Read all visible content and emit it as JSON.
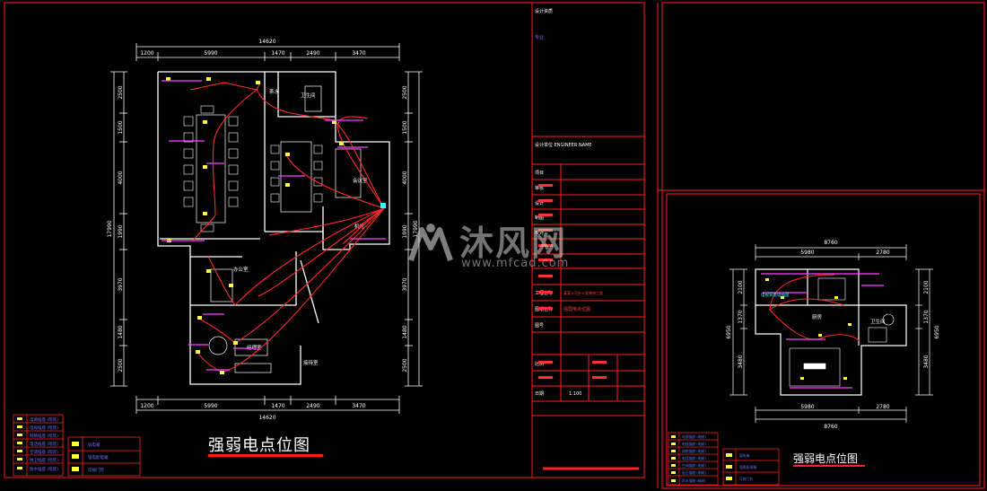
{
  "drawing_title": "强弱电点位图",
  "drawing_title_small": "强弱电点位图",
  "watermark": {
    "brand": "沐风网",
    "site": "www.mfcad.com"
  },
  "colors": {
    "frame": "#ff2020",
    "wall": "#ffffff",
    "dim": "#ffffff",
    "wire": "#ff2a2a",
    "text_blue": "#6f6fff",
    "magenta": "#ff40ff",
    "yellow": "#ffff40",
    "cyan": "#40ffff"
  },
  "main_plan": {
    "top_total": "14620",
    "bottom_total": "14620",
    "top_dims": [
      "1200",
      "5990",
      "1470",
      "2490",
      "3470"
    ],
    "bottom_dims": [
      "1200",
      "5990",
      "1470",
      "2490",
      "3470"
    ],
    "left_total": "17990",
    "left_dims": [
      "2500",
      "1500",
      "4000",
      "1990",
      "3970",
      "1480",
      "2500"
    ],
    "right_total": "17990",
    "right_dims": [
      "2500",
      "1500",
      "4000",
      "1990",
      "3970",
      "1480",
      "2500"
    ],
    "rooms": [
      "卫生间",
      "会议室",
      "机房",
      "办公室",
      "经理室",
      "接待室",
      "茶水"
    ]
  },
  "small_plan": {
    "top_total": "8760",
    "top_dims": [
      "5980",
      "2780"
    ],
    "bottom_total": "8760",
    "bottom_dims": [
      "5980",
      "2780"
    ],
    "left_total": "6950",
    "left_dims": [
      "2100",
      "1370",
      "3480"
    ],
    "right_total": "6950",
    "right_dims": [
      "2100",
      "1370",
      "3480"
    ],
    "rooms": [
      "卫生间",
      "厨房"
    ]
  },
  "title_block": {
    "designer_row": "设计单位 ENGINEER NAME",
    "cert_row": "设计资质",
    "project": "某某公司办公室装修工程",
    "drawing_name": "强弱电点位图",
    "scale": "1:100",
    "rows": [
      "项目",
      "审核",
      "设计",
      "制图",
      "校对",
      "工程名称",
      "图纸名称",
      "图号",
      "比例",
      "日期"
    ]
  }
}
